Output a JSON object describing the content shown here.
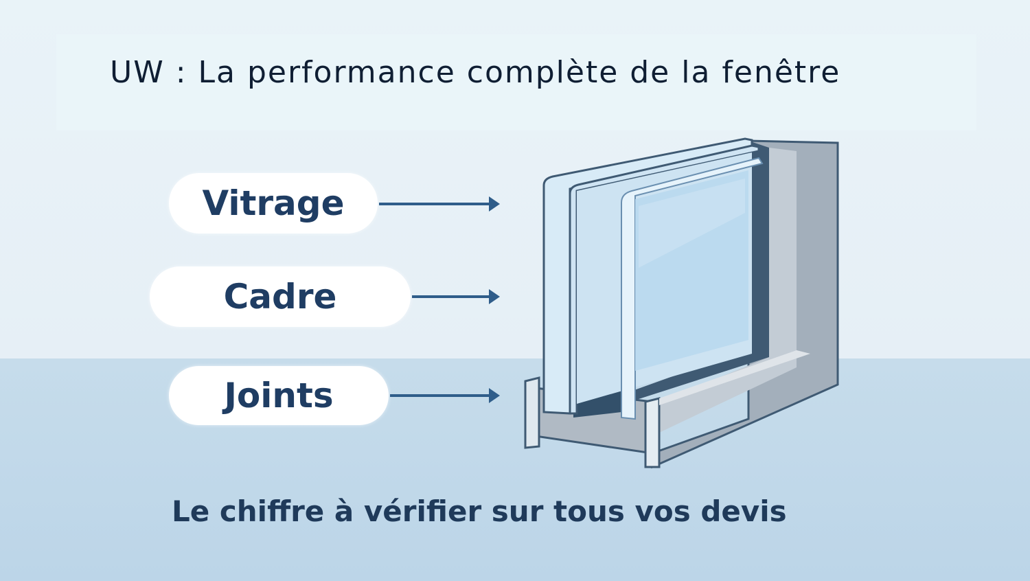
{
  "title": "UW : La performance complète de la fenêtre",
  "labels": [
    {
      "text": "Vitrage",
      "target": "glazing"
    },
    {
      "text": "Cadre",
      "target": "frame"
    },
    {
      "text": "Joints",
      "target": "seals"
    }
  ],
  "subtitle": "Le chiffre à vérifier sur tous vos devis",
  "colors": {
    "title_text": "#0f1e33",
    "label_text": "#1f3d63",
    "arrow": "#2f5d8a",
    "frame_gray": "#a9b4bf",
    "glass_blue": "#c6e0f2",
    "outline": "#3f5a73",
    "background_top": "#e6eff6",
    "background_bottom": "#c0d8e9"
  },
  "illustration": "window-cross-section-icon"
}
